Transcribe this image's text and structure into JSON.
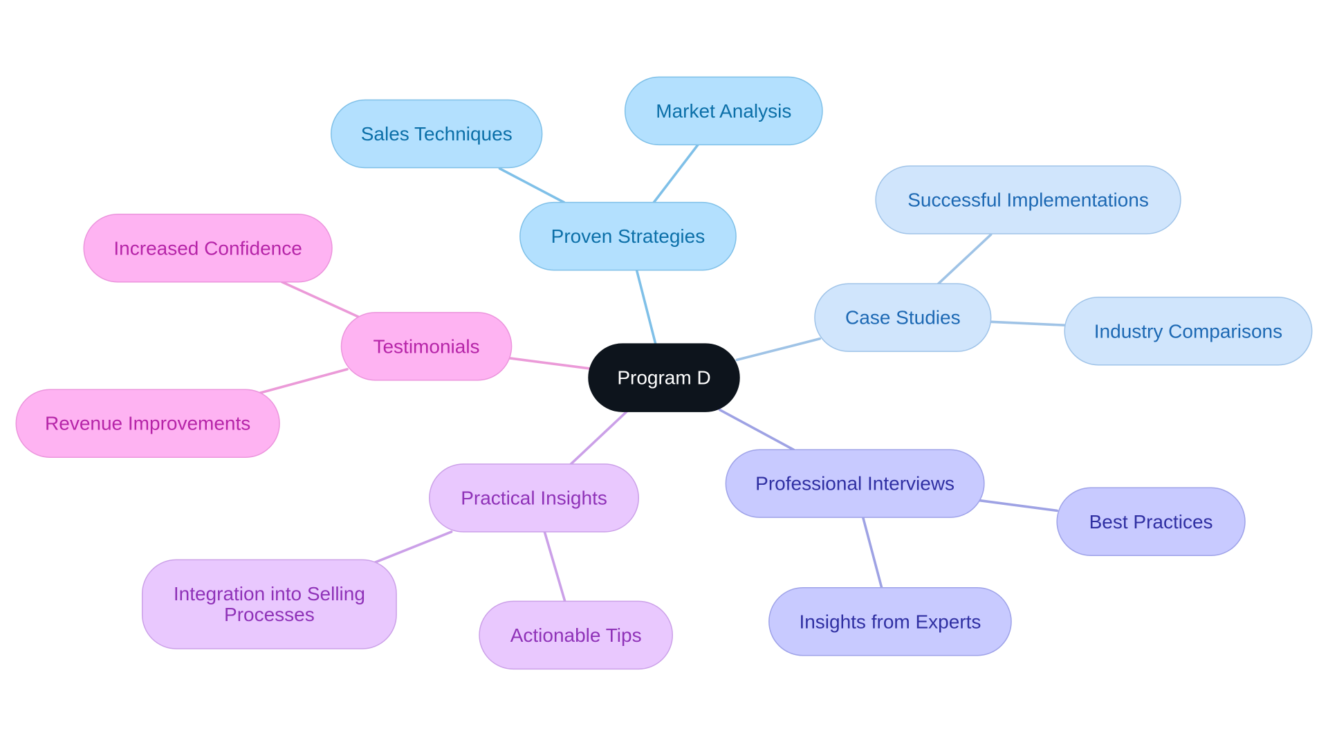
{
  "root": {
    "label": "Program D",
    "fill": "#0d141c",
    "stroke": "#0d141c",
    "text_color": "#ffffff"
  },
  "branches": [
    {
      "id": "proven-strategies",
      "label": "Proven Strategies",
      "colors": {
        "fill": "#b3e0fe",
        "stroke": "#7fc0e8",
        "text": "#0b6fa8",
        "edge": "#7fc0e8"
      },
      "children": [
        {
          "id": "sales-techniques",
          "label": "Sales Techniques"
        },
        {
          "id": "market-analysis",
          "label": "Market Analysis"
        }
      ]
    },
    {
      "id": "case-studies",
      "label": "Case Studies",
      "colors": {
        "fill": "#d0e5fc",
        "stroke": "#9fc3e8",
        "text": "#1c68b3",
        "edge": "#9fc3e6"
      },
      "children": [
        {
          "id": "successful-implementations",
          "label": "Successful Implementations"
        },
        {
          "id": "industry-comparisons",
          "label": "Industry Comparisons"
        }
      ]
    },
    {
      "id": "professional-interviews",
      "label": "Professional Interviews",
      "colors": {
        "fill": "#c8caff",
        "stroke": "#9ea2e8",
        "text": "#2f2fa2",
        "edge": "#9ea2e4"
      },
      "children": [
        {
          "id": "best-practices",
          "label": "Best Practices"
        },
        {
          "id": "insights-from-experts",
          "label": "Insights from Experts"
        }
      ]
    },
    {
      "id": "practical-insights",
      "label": "Practical Insights",
      "colors": {
        "fill": "#e9c8fe",
        "stroke": "#cba0e8",
        "text": "#8f32b8",
        "edge": "#cba0e8"
      },
      "children": [
        {
          "id": "integration-into-selling-processes",
          "label": [
            "Integration into Selling",
            "Processes"
          ]
        },
        {
          "id": "actionable-tips",
          "label": "Actionable Tips"
        }
      ]
    },
    {
      "id": "testimonials",
      "label": "Testimonials",
      "colors": {
        "fill": "#feb3f2",
        "stroke": "#eb94dc",
        "text": "#b624a8",
        "edge": "#eb9ad8"
      },
      "children": [
        {
          "id": "increased-confidence",
          "label": "Increased Confidence"
        },
        {
          "id": "revenue-improvements",
          "label": "Revenue Improvements"
        }
      ]
    }
  ]
}
